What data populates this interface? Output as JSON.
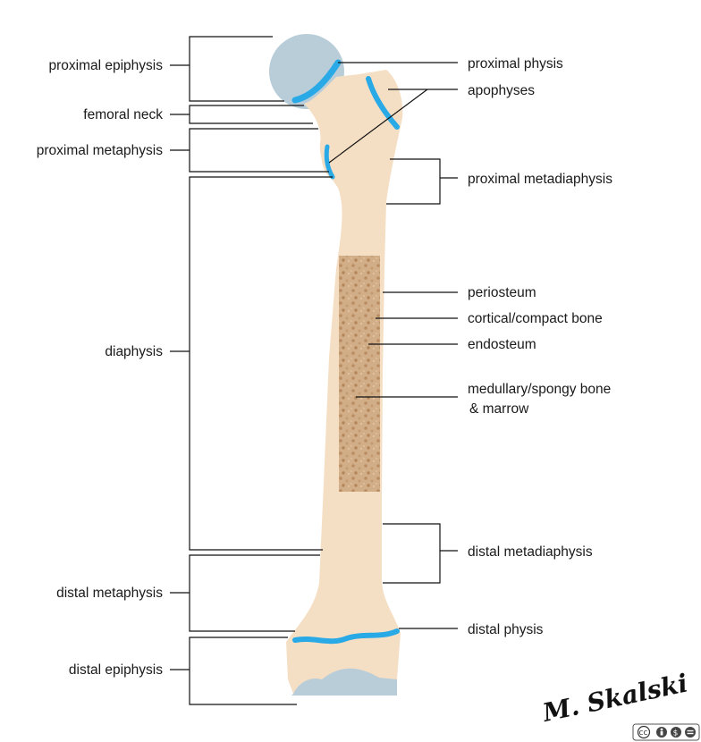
{
  "labels": {
    "proximal_epiphysis": "proximal epiphysis",
    "femoral_neck": "femoral neck",
    "proximal_metaphysis": "proximal metaphysis",
    "diaphysis": "diaphysis",
    "distal_metaphysis": "distal metaphysis",
    "distal_epiphysis": "distal epiphysis",
    "proximal_physis": "proximal physis",
    "apophyses": "apophyses",
    "proximal_metadiaphysis": "proximal metadiaphysis",
    "periosteum": "periosteum",
    "cortical_bone": "cortical/compact bone",
    "endosteum": "endosteum",
    "medullary_line1": "medullary/spongy bone",
    "medullary_line2": "& marrow",
    "distal_metadiaphysis": "distal metadiaphysis",
    "distal_physis": "distal physis"
  },
  "signature": "M. Skalski",
  "license": "cc",
  "colors": {
    "bone": "#f5dfc4",
    "physis": "#29a9e6",
    "cartilage": "#b8cdd8",
    "marrow": "#c9a079"
  }
}
